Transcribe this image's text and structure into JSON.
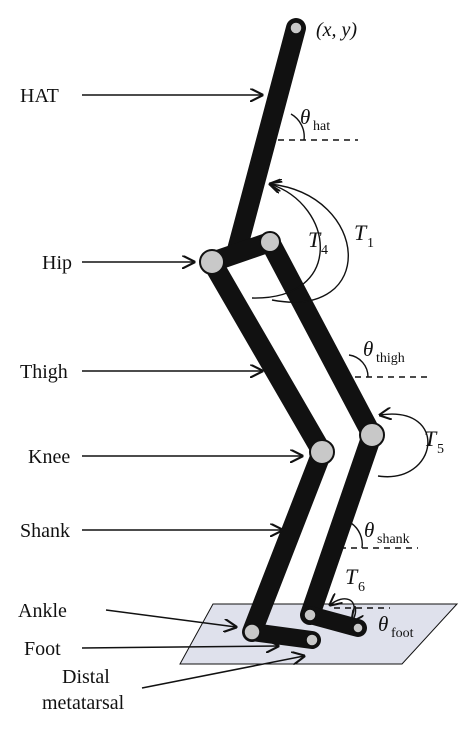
{
  "labels": {
    "hat": "HAT",
    "hip": "Hip",
    "thigh": "Thigh",
    "knee": "Knee",
    "shank": "Shank",
    "ankle": "Ankle",
    "foot": "Foot",
    "distal_line1": "Distal",
    "distal_line2": "metatarsal"
  },
  "annotations": {
    "xy": "(x, y)",
    "theta": "θ",
    "hat_sub": "hat",
    "thigh_sub": "thigh",
    "shank_sub": "shank",
    "foot_sub": "foot",
    "t": "T",
    "t1_sub": "1",
    "t4_sub": "4",
    "t5_sub": "5",
    "t6_sub": "6"
  },
  "colors": {
    "segment": "#111111",
    "joint_fill": "#c8c8c8",
    "floor_fill": "#dfe1ec"
  }
}
